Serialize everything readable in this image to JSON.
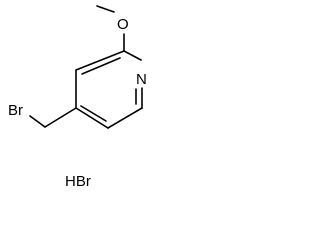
{
  "molecule": {
    "atoms": {
      "oxygen": "O",
      "nitrogen": "N",
      "bromine": "Br"
    },
    "salt": "HBr"
  }
}
